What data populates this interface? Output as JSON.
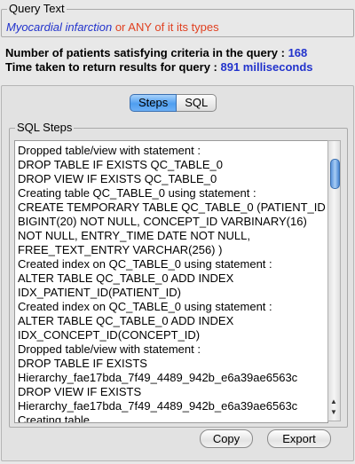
{
  "query": {
    "legend": "Query Text",
    "concept": "Myocardial infarction",
    "qualifier": " or ANY of it its types"
  },
  "stats": {
    "patients_label": "Number of patients satisfying criteria in the query : ",
    "patients_value": "168",
    "time_label": "Time taken to return results for query : ",
    "time_value": "891 milliseconds"
  },
  "tabs": [
    {
      "label": "Steps",
      "active": true
    },
    {
      "label": "SQL",
      "active": false
    }
  ],
  "steps": {
    "legend": "SQL Steps",
    "lines": [
      "Dropped table/view with statement :",
      "DROP TABLE IF EXISTS QC_TABLE_0",
      "DROP VIEW IF EXISTS QC_TABLE_0",
      "Creating table QC_TABLE_0 using statement :",
      "CREATE TEMPORARY TABLE QC_TABLE_0 (PATIENT_ID",
      "BIGINT(20) NOT NULL, CONCEPT_ID VARBINARY(16)",
      "NOT NULL, ENTRY_TIME DATE NOT NULL,",
      "FREE_TEXT_ENTRY VARCHAR(256) )",
      "Created index on QC_TABLE_0 using statement :",
      "ALTER TABLE QC_TABLE_0 ADD INDEX",
      "IDX_PATIENT_ID(PATIENT_ID)",
      "Created index on QC_TABLE_0 using statement :",
      "ALTER TABLE QC_TABLE_0 ADD INDEX",
      "IDX_CONCEPT_ID(CONCEPT_ID)",
      "Dropped table/view with statement :",
      "DROP TABLE IF EXISTS",
      "Hierarchy_fae17bda_7f49_4489_942b_e6a39ae6563c",
      "DROP VIEW IF EXISTS",
      "Hierarchy_fae17bda_7f49_4489_942b_e6a39ae6563c",
      "Creating table"
    ]
  },
  "buttons": {
    "copy": "Copy",
    "export": "Export"
  },
  "colors": {
    "accent": "#2233cc",
    "qualifier": "#e04020",
    "tab_active": "#4f9ef0"
  },
  "icons": {
    "scroll_up": "triangle-up-icon",
    "scroll_down": "triangle-down-icon"
  }
}
